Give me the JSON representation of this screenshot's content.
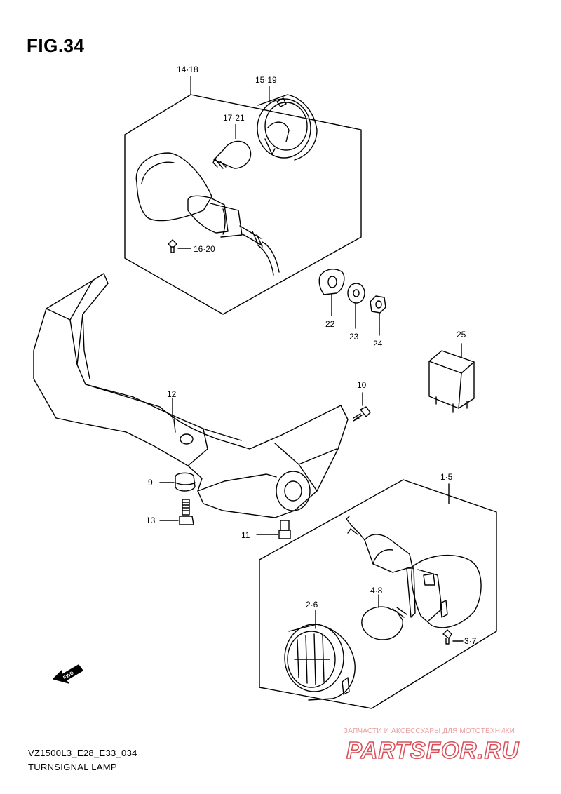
{
  "figure": {
    "title": "FIG.34"
  },
  "callouts": {
    "c14_18": "14·18",
    "c15_19": "15·19",
    "c17_21": "17·21",
    "c16_20": "16·20",
    "c22": "22",
    "c23": "23",
    "c24": "24",
    "c25": "25",
    "c10": "10",
    "c12": "12",
    "c9": "9",
    "c13": "13",
    "c11": "11",
    "c1_5": "1·5",
    "c4_8": "4·8",
    "c2_6": "2·6",
    "c3_7": "3·7"
  },
  "arrow": {
    "label": "FWD"
  },
  "footer": {
    "code": "VZ1500L3_E28_E33_034",
    "name": "TURNSIGNAL LAMP"
  },
  "watermark": {
    "tagline": "ЗАПЧАСТИ И АКСЕССУАРЫ ДЛЯ МОТОТЕХНИКИ",
    "logo_text": "PARTSFOR.RU",
    "color": "#d9505a"
  }
}
